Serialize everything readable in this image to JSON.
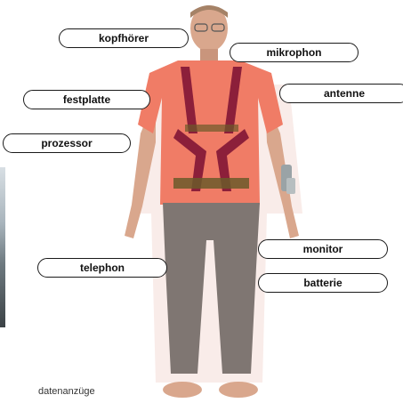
{
  "labels": {
    "kopfhoerer": "kopfhörer",
    "mikrophon": "mikrophon",
    "festplatte": "festplatte",
    "antenne": "antenne",
    "prozessor": "prozessor",
    "monitor": "monitor",
    "telephon": "telephon",
    "batterie": "batterie"
  },
  "caption": "datenanzüge",
  "colors": {
    "shirt": "#f07c66",
    "trousers": "#7f7672",
    "harness": "#8c1f3a",
    "skin": "#d9a78d",
    "armband": "#9aa3a6"
  }
}
